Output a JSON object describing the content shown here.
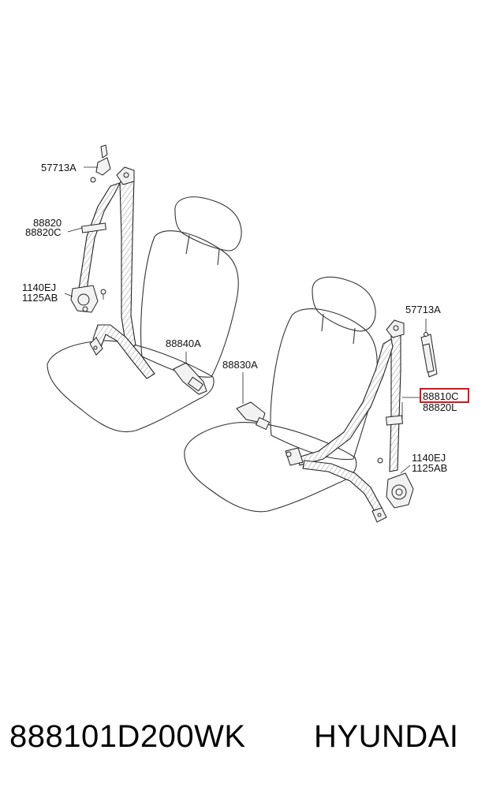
{
  "labels": {
    "rear_anchor_cover": "57713A",
    "rear_belt_1": "88820",
    "rear_belt_2": "88820C",
    "rear_bolt_1": "1140EJ",
    "rear_bolt_2": "1125AB",
    "rear_buckle": "88840A",
    "front_buckle": "88830A",
    "front_anchor_cover": "57713A",
    "front_belt_1": "88810C",
    "front_belt_2": "88820L",
    "front_bolt_1": "1140EJ",
    "front_bolt_2": "1125AB"
  },
  "highlighted_label": "88810C",
  "highlight_color": "#e0101a",
  "caption": {
    "part_number": "888101D200WK",
    "brand": "HYUNDAI"
  }
}
